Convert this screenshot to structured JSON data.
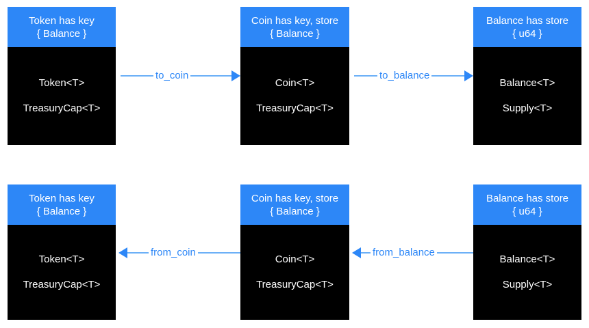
{
  "diagram": {
    "title": "Token / Coin / Balance conversion diagram",
    "colors": {
      "header_blue": "#2d87f7",
      "body_black": "#000000",
      "text_white": "#ffffff",
      "edge_line": "#6cb0f7",
      "edge_arrow": "#2d87f7",
      "background": "#ffffff"
    },
    "rows": [
      {
        "id": "forward-row",
        "nodes": [
          {
            "id": "token-node-top",
            "header": [
              "Token has key",
              "{ Balance }"
            ],
            "body": [
              "Token<T>",
              "TreasuryCap<T>"
            ]
          },
          {
            "id": "coin-node-top",
            "header": [
              "Coin has key, store",
              "{ Balance }"
            ],
            "body": [
              "Coin<T>",
              "TreasuryCap<T>"
            ]
          },
          {
            "id": "balance-node-top",
            "header": [
              "Balance has store",
              "{ u64 }"
            ],
            "body": [
              "Balance<T>",
              "Supply<T>"
            ]
          }
        ],
        "edges": [
          {
            "id": "to-coin-edge",
            "label": "to_coin",
            "direction": "right"
          },
          {
            "id": "to-balance-edge",
            "label": "to_balance",
            "direction": "right"
          }
        ]
      },
      {
        "id": "reverse-row",
        "nodes": [
          {
            "id": "token-node-bottom",
            "header": [
              "Token has key",
              "{ Balance }"
            ],
            "body": [
              "Token<T>",
              "TreasuryCap<T>"
            ]
          },
          {
            "id": "coin-node-bottom",
            "header": [
              "Coin has key, store",
              "{ Balance }"
            ],
            "body": [
              "Coin<T>",
              "TreasuryCap<T>"
            ]
          },
          {
            "id": "balance-node-bottom",
            "header": [
              "Balance has store",
              "{ u64 }"
            ],
            "body": [
              "Balance<T>",
              "Supply<T>"
            ]
          }
        ],
        "edges": [
          {
            "id": "from-coin-edge",
            "label": "from_coin",
            "direction": "left"
          },
          {
            "id": "from-balance-edge",
            "label": "from_balance",
            "direction": "left"
          }
        ]
      }
    ]
  }
}
